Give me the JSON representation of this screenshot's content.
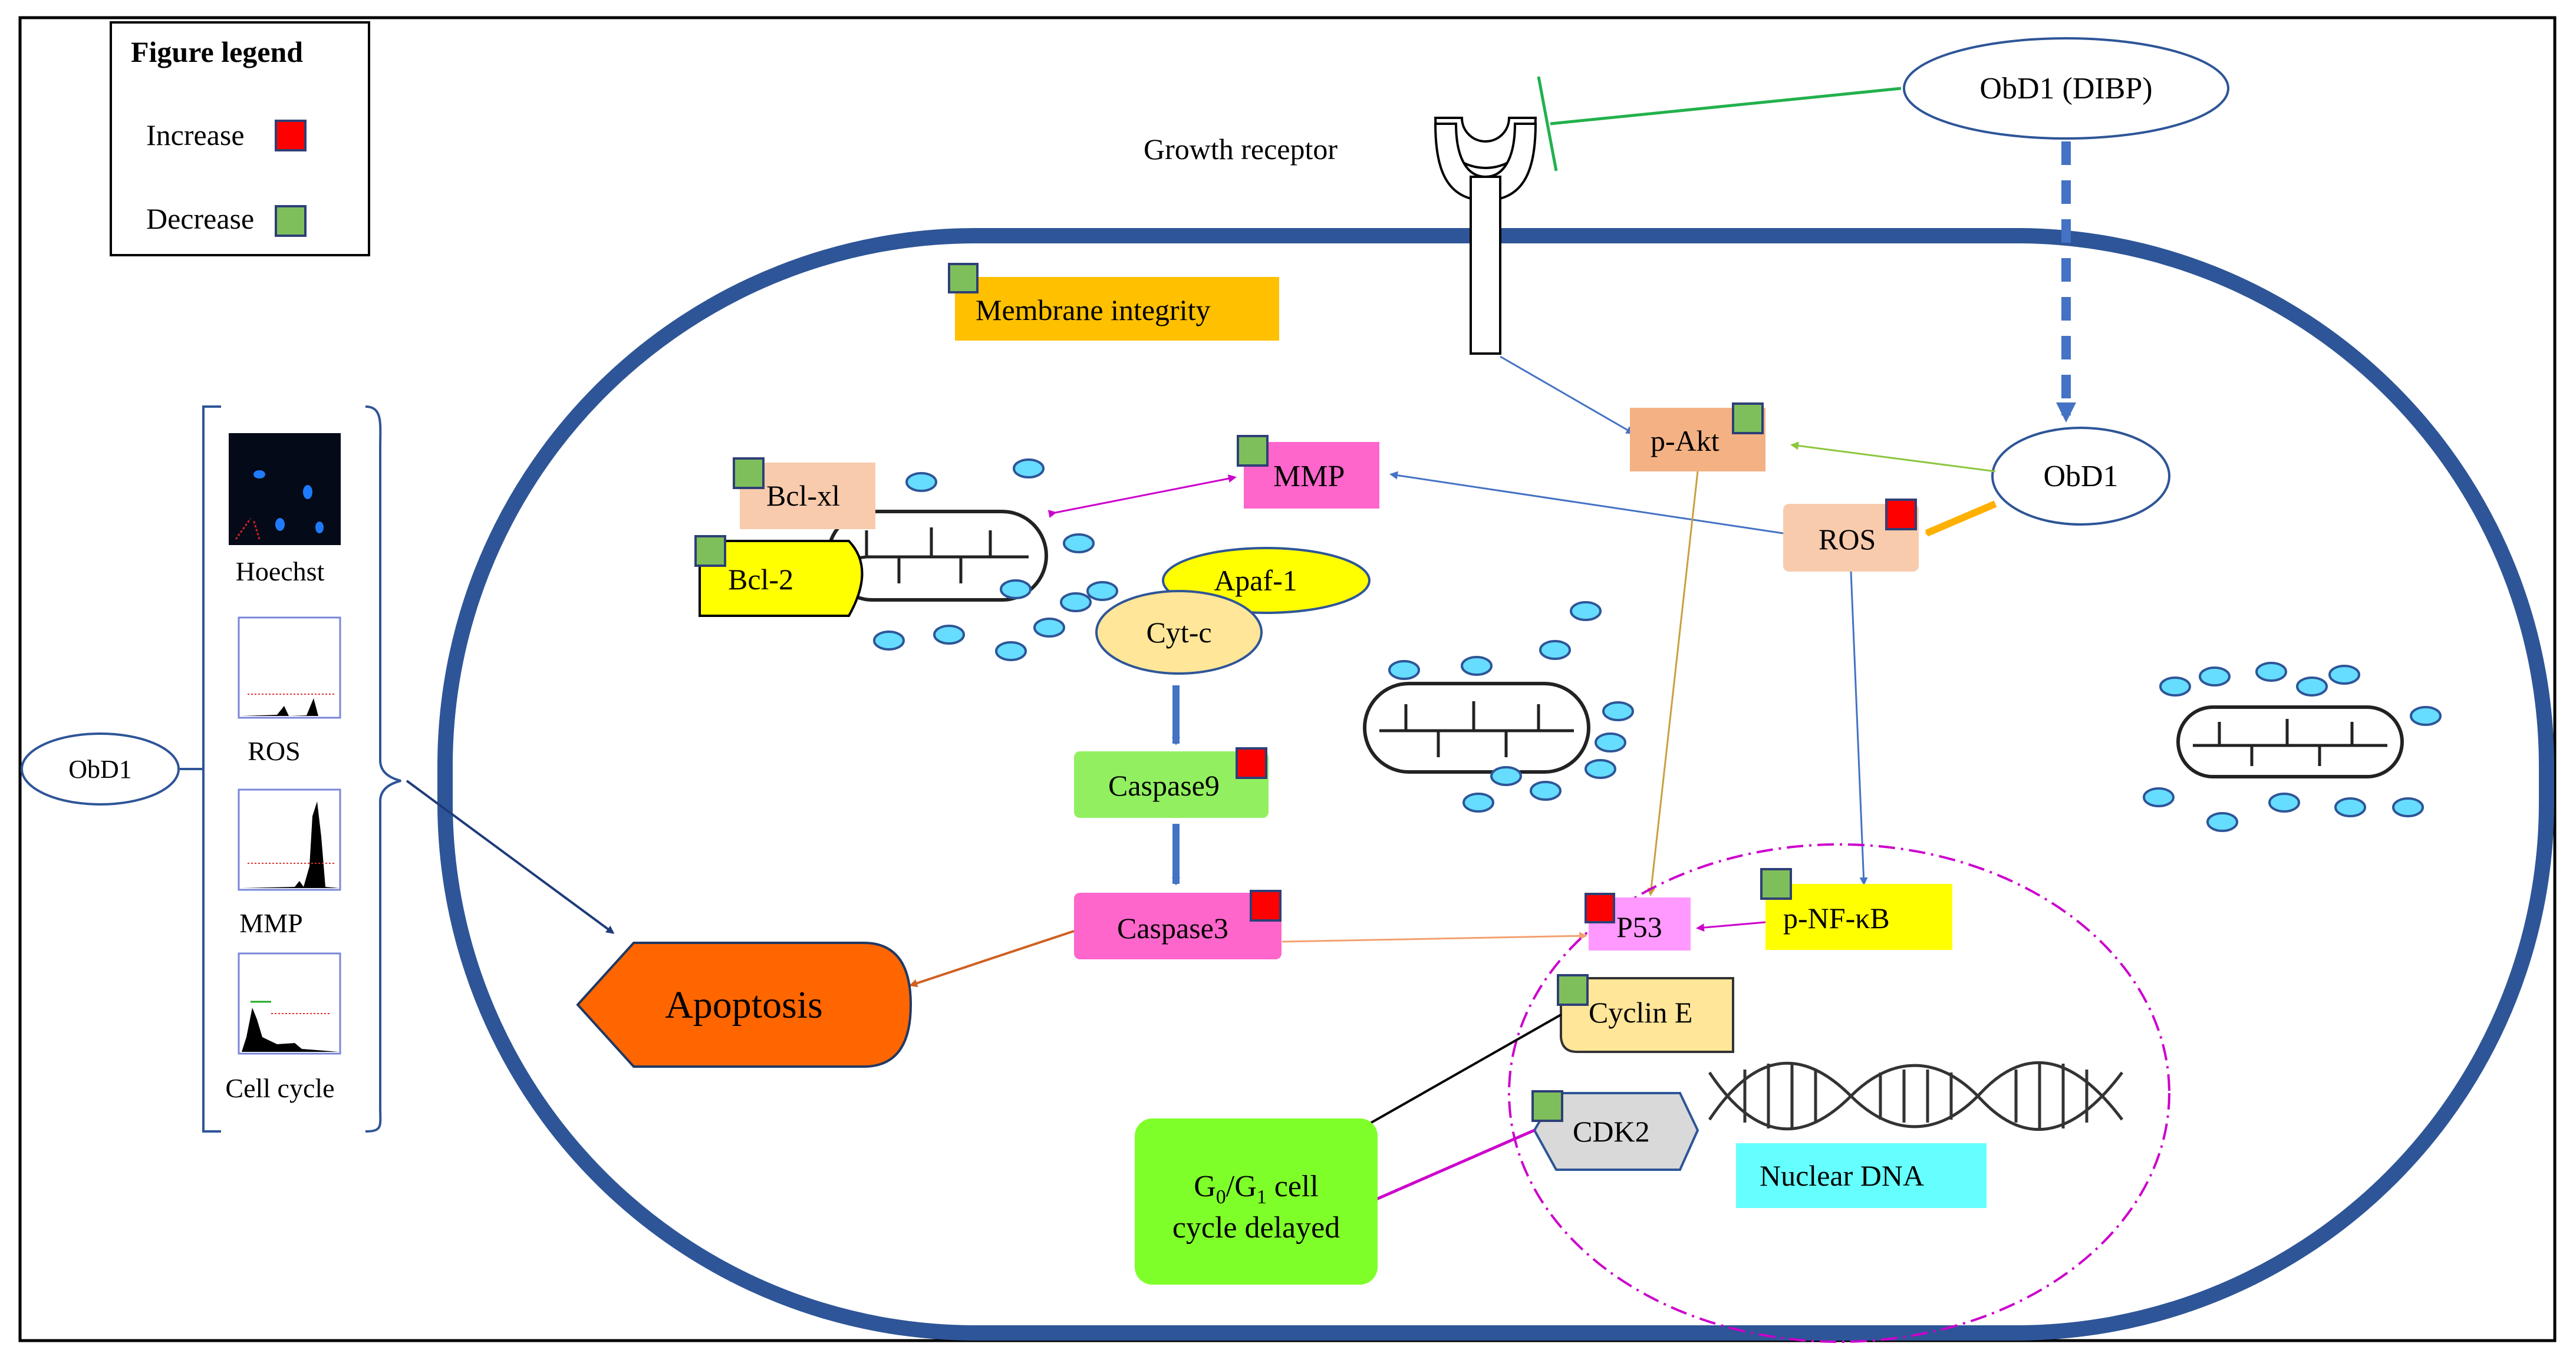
{
  "legend": {
    "title": "Figure legend",
    "increase": "Increase",
    "decrease": "Decrease",
    "increase_color": "#ff0000",
    "decrease_color": "#7fbf5b"
  },
  "labels": {
    "obd1_dibp": "ObD1 (DIBP)",
    "growth_receptor": "Growth receptor",
    "membrane_integrity": "Membrane integrity",
    "p_akt": "p-Akt",
    "mmp": "MMP",
    "obd1": "ObD1",
    "bcl_xl": "Bcl-xl",
    "bcl_2": "Bcl-2",
    "ros": "ROS",
    "apaf_1": "Apaf-1",
    "cyt_c": "Cyt-c",
    "caspase9": "Caspase9",
    "caspase3": "Caspase3",
    "apoptosis": "Apoptosis",
    "p53": "P53",
    "p_nfkb": "p-NF-κB",
    "cyclin_e": "Cyclin E",
    "cdk2": "CDK2",
    "nuclear_dna": "Nuclear DNA",
    "g_cell_line2": "cycle delayed"
  },
  "g_label": {
    "g": "G",
    "sub0": "0",
    "slash": "/G",
    "sub1": "1",
    "rest": " cell"
  },
  "side_panel": {
    "obd1": "ObD1",
    "hoechst": "Hoechst",
    "ros": "ROS",
    "mmp": "MMP",
    "cell_cycle": "Cell cycle"
  },
  "colors": {
    "membrane": "#2e5597",
    "membrane_integrity": "#ffc000",
    "p_akt": "#f4b183",
    "mmp": "#ff66cc",
    "bcl_xl": "#f8cbad",
    "bcl_2": "#ffff00",
    "ros": "#f8cbad",
    "apaf_1": "#ffff00",
    "cyt_c": "#ffe699",
    "caspase9": "#92f060",
    "caspase3": "#ff66cc",
    "apoptosis": "#ff6600",
    "p53": "#ff99ff",
    "p_nfkb": "#ffff00",
    "cyclin_e": "#ffe699",
    "cdk2": "#d9d9d9",
    "nuclear_dna": "#66ffff",
    "g_cell": "#7fff2a",
    "vesicle": "#66ddff"
  }
}
